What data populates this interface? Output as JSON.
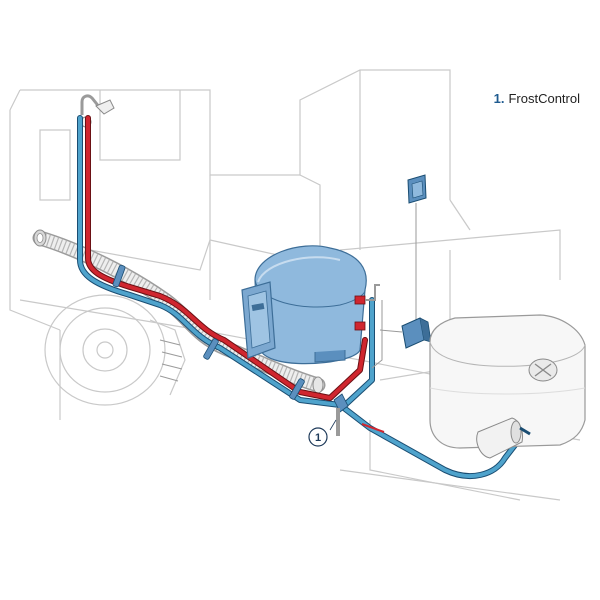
{
  "legend": {
    "items": [
      {
        "number": "1.",
        "label": "FrostControl"
      }
    ]
  },
  "callouts": [
    {
      "number": "1"
    }
  ],
  "colors": {
    "hot_pipe": "#d0262f",
    "cold_pipe": "#4fa3cc",
    "boiler": "#8fb9dd",
    "boiler_dark": "#5b8fbe",
    "accent": "#1e5a8f"
  },
  "icons": [
    "boiler-icon",
    "water-tank-icon",
    "control-panel-icon",
    "frostcontrol-valve-icon",
    "tap-icon",
    "wheel-icon",
    "pump-icon",
    "switch-icon"
  ]
}
